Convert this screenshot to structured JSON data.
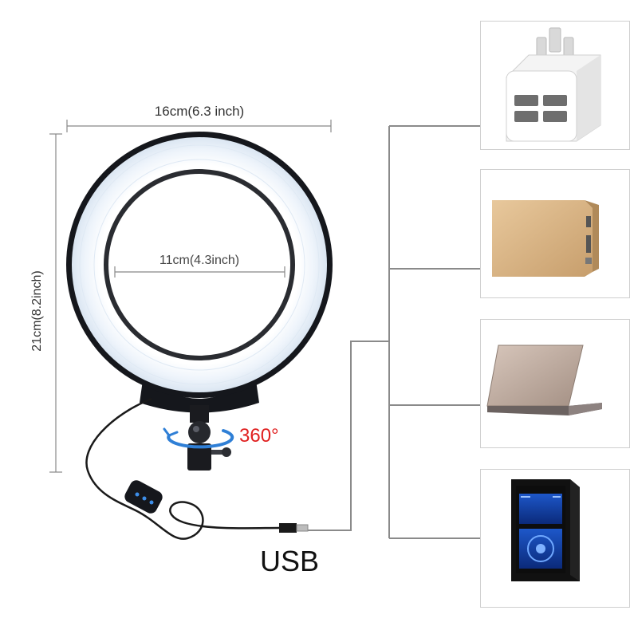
{
  "dimensions": {
    "width_label": "16cm(6.3 inch)",
    "inner_label": "11cm(4.3inch)",
    "height_label": "21cm(8.2inch)"
  },
  "rotation_label": "360°",
  "cable_label": "USB",
  "devices": [
    {
      "icon": "wall-charger-icon"
    },
    {
      "icon": "power-bank-icon"
    },
    {
      "icon": "laptop-icon"
    },
    {
      "icon": "desktop-pc-icon"
    }
  ],
  "colors": {
    "ring_light": "#eef4fb",
    "ring_frame": "#15171c",
    "rotation_text": "#e02020",
    "rotation_arrow": "#2f7fd6",
    "power_bank": "#d8b485",
    "connector_line": "#8a8a8a"
  }
}
